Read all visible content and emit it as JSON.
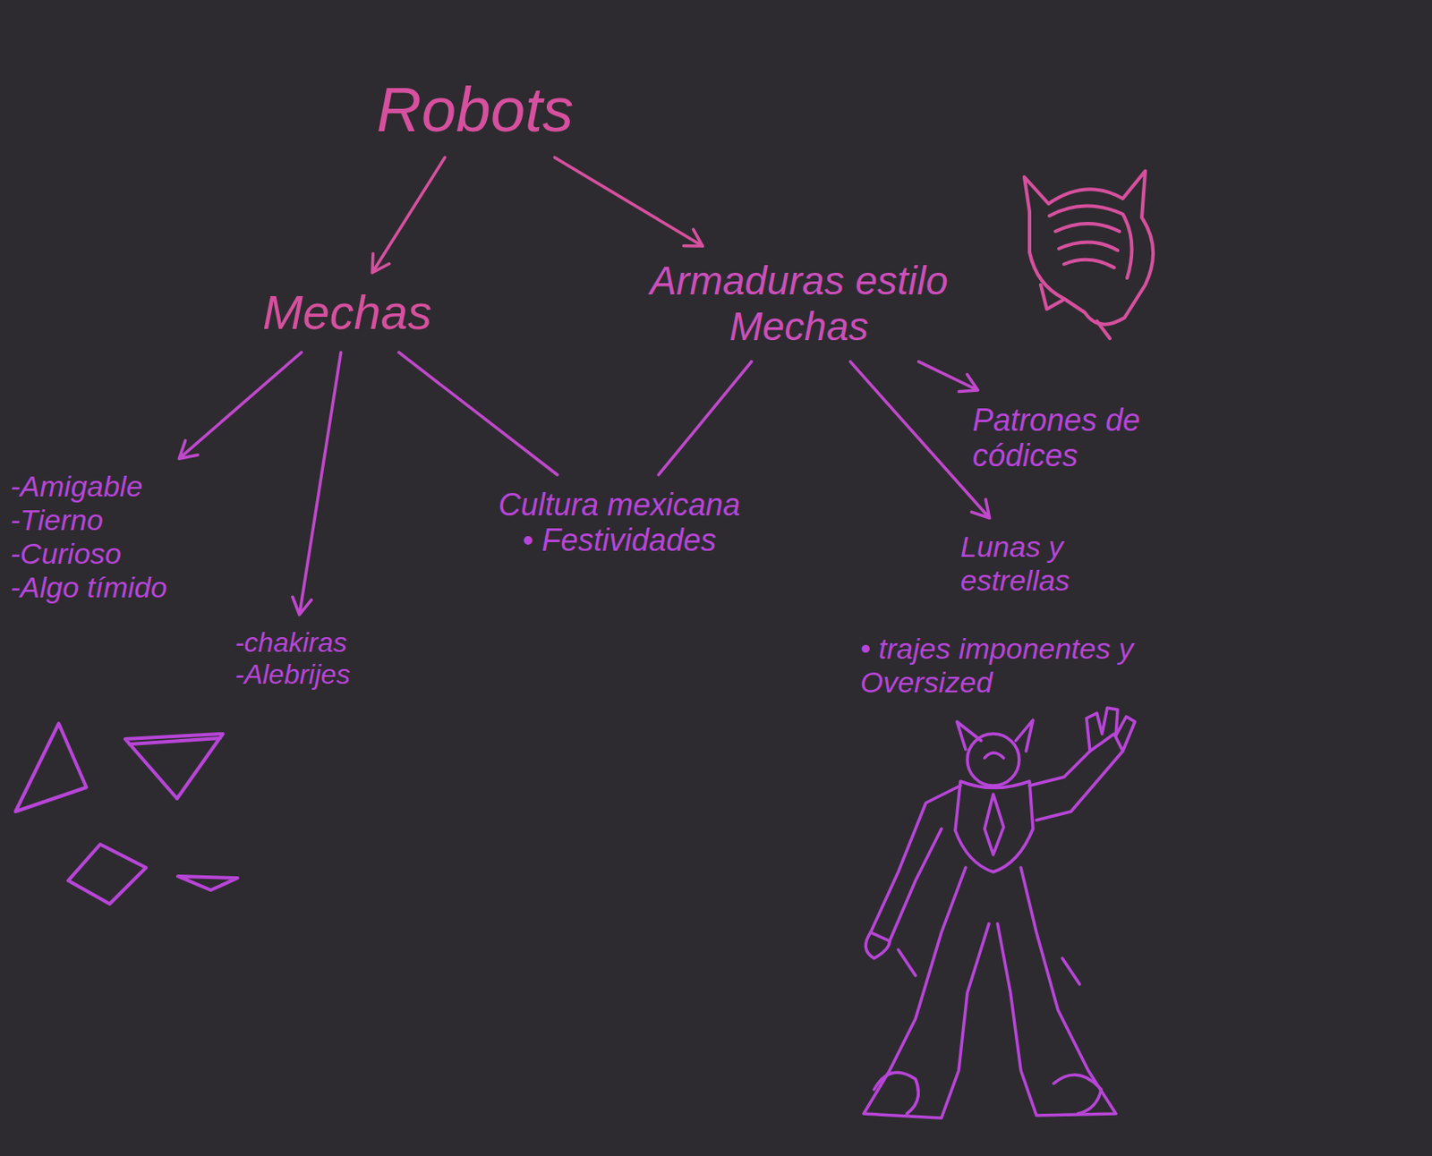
{
  "diagram": {
    "nodes": [
      {
        "text": [
          "Robots"
        ]
      },
      {
        "text": [
          "Mechas"
        ]
      },
      {
        "text": [
          "Armaduras estilo Mechas"
        ]
      },
      {
        "text": [
          "-Amigable",
          "-Tierno",
          "-Curioso",
          "-Algo tímido"
        ]
      },
      {
        "text": [
          "-chakiras",
          "-Alebrijes"
        ]
      },
      {
        "text": [
          "Cultura mexicana",
          "• Festividades"
        ]
      },
      {
        "text": [
          "Patrones de códices"
        ]
      },
      {
        "text": [
          "Lunas y estrellas"
        ]
      }
    ],
    "edges": [
      {
        "from": 0,
        "to": 1,
        "arrow": "to"
      },
      {
        "from": 0,
        "to": 2,
        "arrow": "to"
      },
      {
        "from": 1,
        "to": 3,
        "arrow": "to"
      },
      {
        "from": 1,
        "to": 4,
        "arrow": "to"
      },
      {
        "from": 1,
        "to": 5,
        "arrow": "none"
      },
      {
        "from": 2,
        "to": 5,
        "arrow": "none"
      },
      {
        "from": 2,
        "to": 6,
        "arrow": "to"
      },
      {
        "from": 2,
        "to": 7,
        "arrow": "to"
      }
    ],
    "labels": [
      "• trajes imponentes y Oversized"
    ]
  }
}
